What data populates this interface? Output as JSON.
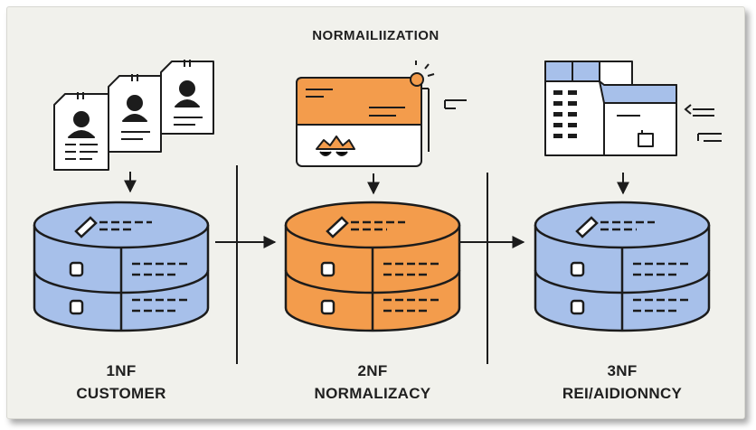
{
  "title": "NORMAILIIZATION",
  "stages": [
    {
      "form": "1NF",
      "name": "CUSTOMER",
      "color": "#a7c0ea"
    },
    {
      "form": "2NF",
      "name": "NORMALIZACY",
      "color": "#f39c4c"
    },
    {
      "form": "3NF",
      "name": "REI/AIDIONNCY",
      "color": "#a7c0ea"
    }
  ],
  "colors": {
    "ink": "#1c1c1c",
    "blue": "#a7c0ea",
    "orange": "#f39c4c",
    "background": "#f1f1ec"
  },
  "icons": [
    "customer-cards-icon",
    "invoice-window-icon",
    "schema-table-icon",
    "arrow-right-icon",
    "sparkle-icon"
  ]
}
